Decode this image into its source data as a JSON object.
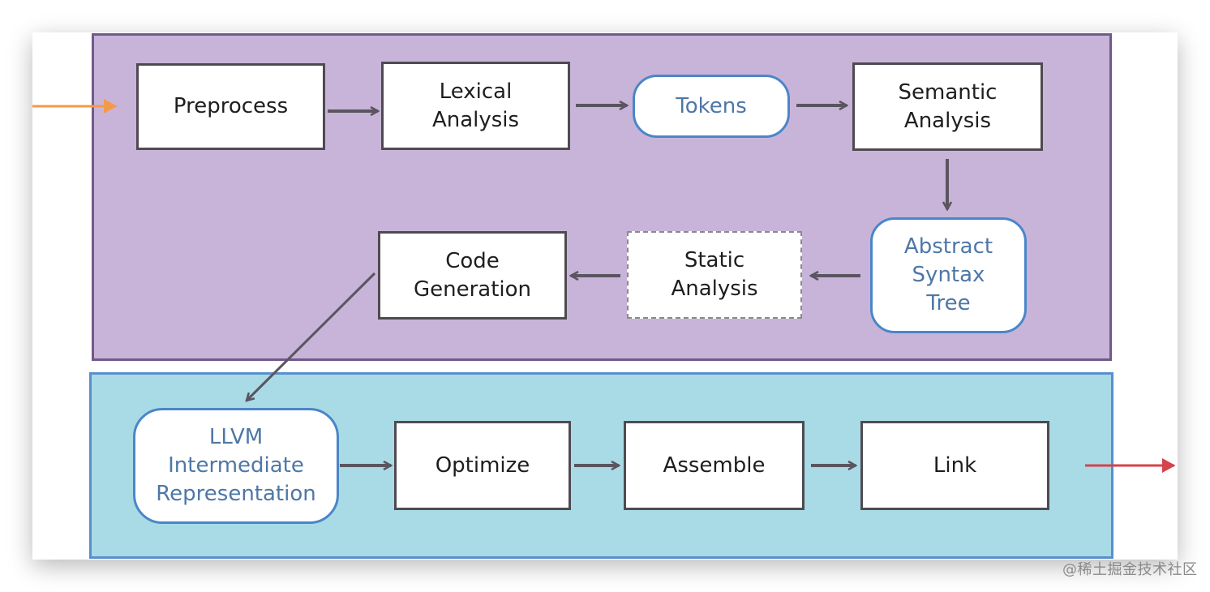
{
  "diagram": {
    "frontend_panel": {
      "color": "#c8b4d8"
    },
    "backend_panel": {
      "color": "#a8dbe6"
    },
    "nodes": {
      "preprocess": "Preprocess",
      "lexical_analysis": "Lexical\nAnalysis",
      "tokens": "Tokens",
      "semantic_analysis": "Semantic\nAnalysis",
      "ast": "Abstract\nSyntax\nTree",
      "static_analysis": "Static\nAnalysis",
      "code_generation": "Code\nGeneration",
      "llvm_ir": "LLVM\nIntermediate\nRepresentation",
      "optimize": "Optimize",
      "assemble": "Assemble",
      "link": "Link"
    },
    "edges": [
      {
        "from": "input",
        "to": "preprocess",
        "color": "#f39a4a"
      },
      {
        "from": "preprocess",
        "to": "lexical_analysis"
      },
      {
        "from": "lexical_analysis",
        "to": "tokens"
      },
      {
        "from": "tokens",
        "to": "semantic_analysis"
      },
      {
        "from": "semantic_analysis",
        "to": "ast"
      },
      {
        "from": "ast",
        "to": "static_analysis"
      },
      {
        "from": "static_analysis",
        "to": "code_generation"
      },
      {
        "from": "code_generation",
        "to": "llvm_ir"
      },
      {
        "from": "llvm_ir",
        "to": "optimize"
      },
      {
        "from": "optimize",
        "to": "assemble"
      },
      {
        "from": "assemble",
        "to": "link"
      },
      {
        "from": "link",
        "to": "output",
        "color": "#d6424a"
      }
    ]
  },
  "watermark": "@稀土掘金技术社区"
}
